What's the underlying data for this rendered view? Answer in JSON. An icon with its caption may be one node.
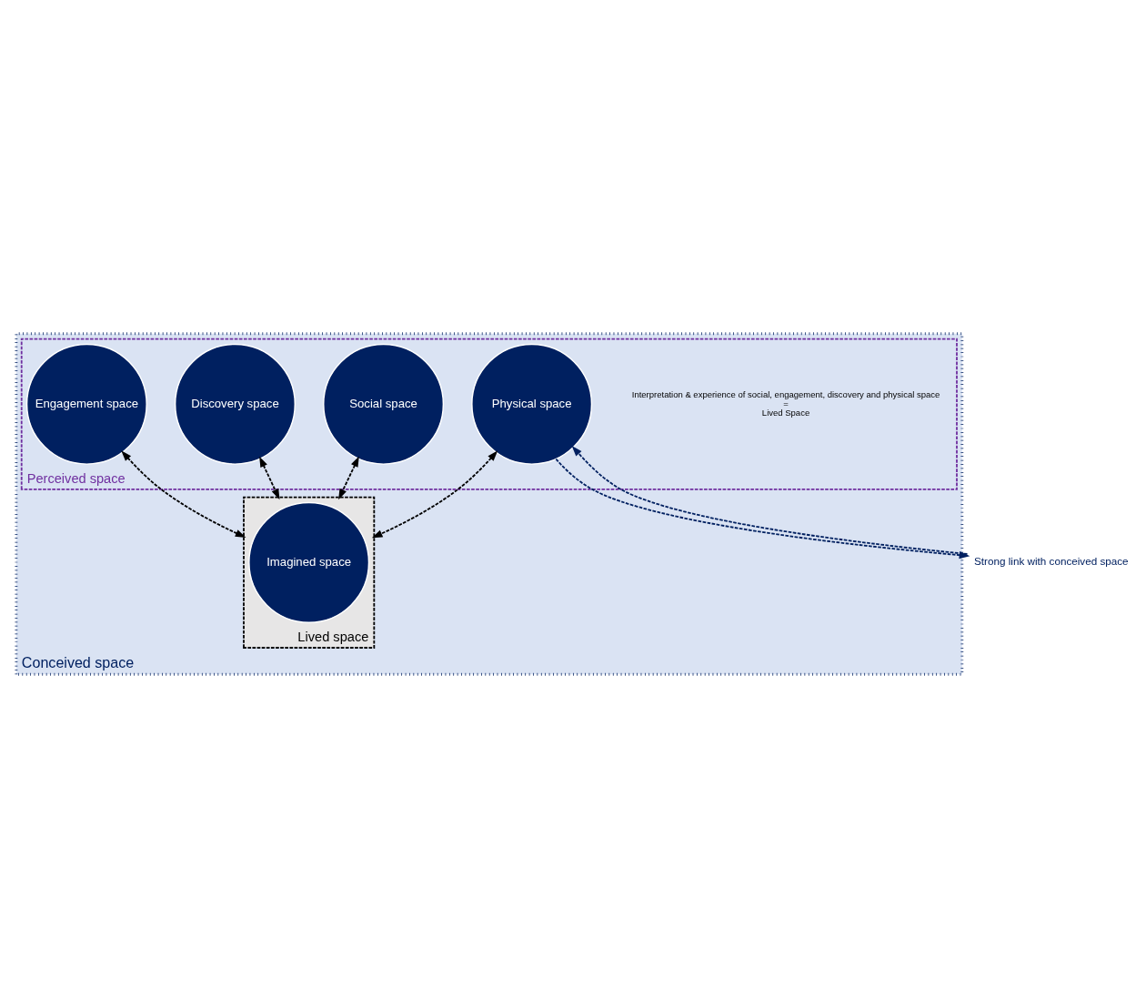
{
  "diagram": {
    "nodes": [
      {
        "text": [
          "Conceived space"
        ]
      },
      {
        "text": [
          "Perceived space"
        ],
        "in": 0
      },
      {
        "text": [
          "Discovery space"
        ],
        "in": 1
      },
      {
        "text": [
          "Engagement space"
        ],
        "in": 1
      },
      {
        "text": [
          "Physical space"
        ],
        "in": 1
      },
      {
        "text": [
          "Social space"
        ],
        "in": 1
      },
      {
        "text": [
          "Lived space"
        ],
        "in": 0
      },
      {
        "text": [
          "Imagined space"
        ],
        "in": 6
      },
      {
        "text": [
          "Strong link with conceived space"
        ]
      }
    ],
    "edges": [
      {
        "from": 2,
        "to": 6,
        "arrow": "both",
        "style": "dashed"
      },
      {
        "from": 4,
        "to": 6,
        "arrow": "both",
        "style": "dashed"
      },
      {
        "from": 3,
        "to": 6,
        "arrow": "both",
        "style": "dashed"
      },
      {
        "from": 5,
        "to": 6,
        "arrow": "both",
        "style": "dashed"
      },
      {
        "from": 8,
        "to": 4,
        "arrow": "to",
        "style": "dashed",
        "color": "#002060"
      },
      {
        "from": 4,
        "to": 8,
        "arrow": "to",
        "style": "dashed",
        "color": "#002060"
      }
    ],
    "labels": [
      "Interpretation & experience of social, engagement, discovery and physical space = Lived Space"
    ]
  }
}
